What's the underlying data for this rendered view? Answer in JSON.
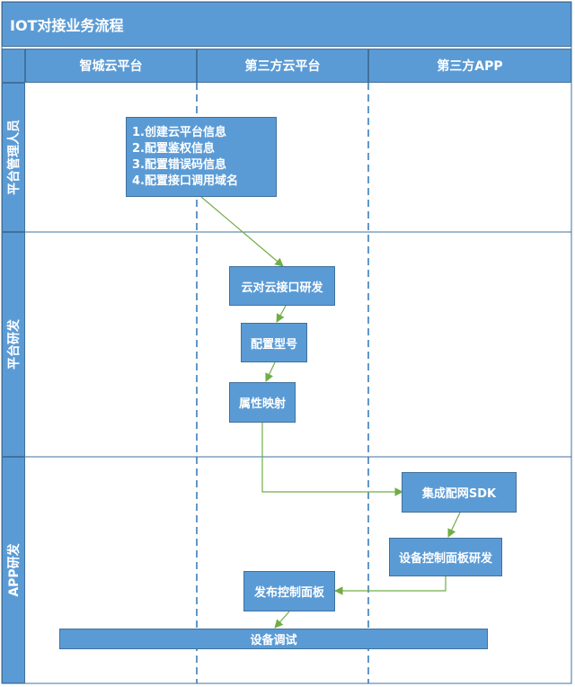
{
  "title": "IOT对接业务流程",
  "columns": [
    "智城云平台",
    "第三方云平台",
    "第三方APP"
  ],
  "lanes": [
    "平台管理人员",
    "平台研发",
    "APP研发"
  ],
  "nodes": {
    "config_info": {
      "lines": [
        "1.创建云平台信息",
        "2.配置鉴权信息",
        "3.配置错误码信息",
        "4.配置接口调用域名"
      ]
    },
    "cloud_api": "云对云接口研发",
    "config_model": "配置型号",
    "attr_mapping": "属性映射",
    "sdk": "集成配网SDK",
    "panel_dev": "设备控制面板研发",
    "publish_panel": "发布控制面板",
    "debug": "设备调试"
  },
  "colors": {
    "fill": "#5b9bd5",
    "border": "#41719c",
    "arrow": "#70ad47",
    "divider": "#2e75b6"
  }
}
